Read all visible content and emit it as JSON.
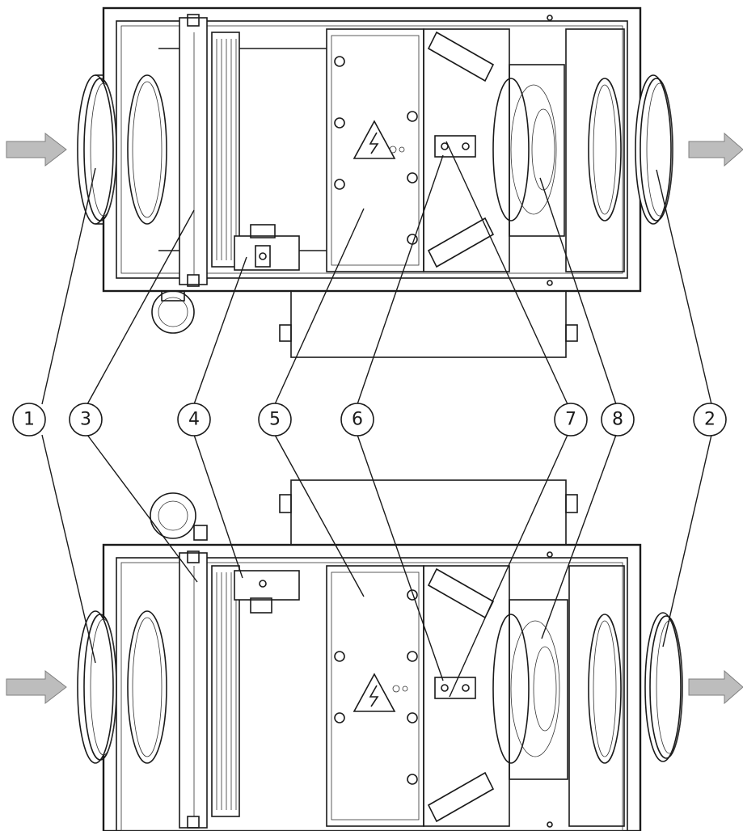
{
  "figure": {
    "callouts": [
      {
        "id": "callout-1",
        "label": "1"
      },
      {
        "id": "callout-3",
        "label": "3"
      },
      {
        "id": "callout-4",
        "label": "4"
      },
      {
        "id": "callout-5",
        "label": "5"
      },
      {
        "id": "callout-6",
        "label": "6"
      },
      {
        "id": "callout-7",
        "label": "7"
      },
      {
        "id": "callout-8",
        "label": "8"
      },
      {
        "id": "callout-2",
        "label": "2"
      }
    ],
    "colors": {
      "line": "#1a1a1a",
      "arrow_fill": "#bdbdbd",
      "arrow_stroke": "#7f7f7f",
      "background": "#ffffff"
    },
    "icons": [
      "airflow-arrow-icon",
      "high-voltage-warning-icon"
    ]
  }
}
